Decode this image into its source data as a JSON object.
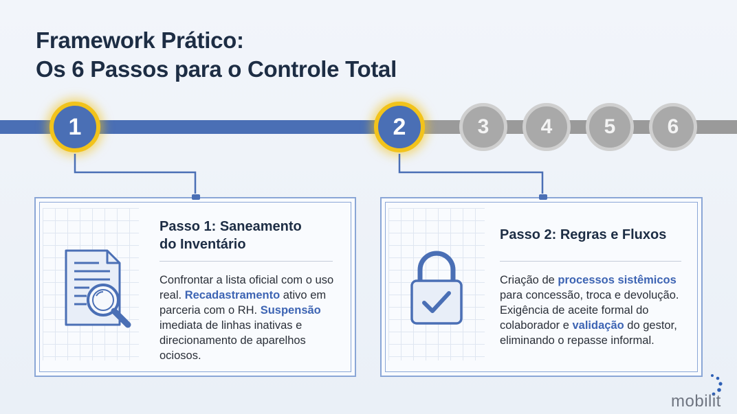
{
  "title": {
    "line1": "Framework Prático:",
    "line2": "Os 6 Passos para o Controle Total"
  },
  "steps": [
    {
      "number": "1",
      "state": "active"
    },
    {
      "number": "2",
      "state": "active"
    },
    {
      "number": "3",
      "state": "inactive"
    },
    {
      "number": "4",
      "state": "inactive"
    },
    {
      "number": "5",
      "state": "inactive"
    },
    {
      "number": "6",
      "state": "inactive"
    }
  ],
  "cards": [
    {
      "title_line1": "Passo 1: Saneamento",
      "title_line2": "do Inventário",
      "icon": "document-search-icon",
      "body": [
        {
          "t": "Confrontar a lista oficial com o uso real. "
        },
        {
          "t": "Recadastramento",
          "hl": true
        },
        {
          "t": " ativo em parceria com o RH. "
        },
        {
          "t": "Suspensão",
          "hl": true
        },
        {
          "t": " imediata de linhas inativas e direcionamento de aparelhos ociosos."
        }
      ]
    },
    {
      "title_line1": "Passo 2: Regras e Fluxos",
      "icon": "padlock-check-icon",
      "body": [
        {
          "t": "Criação de "
        },
        {
          "t": "processos sistêmicos",
          "hl": true
        },
        {
          "t": " para concessão, troca e devolução. Exigência de aceite formal do colaborador e "
        },
        {
          "t": "validação",
          "hl": true
        },
        {
          "t": " do gestor, eliminando o repasse informal."
        }
      ]
    }
  ],
  "brand": {
    "name": "mobilit"
  },
  "colors": {
    "accent": "#4a6fb5",
    "highlight_ring": "#f2c31b",
    "inactive": "#a9a9a9",
    "text": "#1d2d44",
    "highlight_text": "#3d64b3"
  }
}
